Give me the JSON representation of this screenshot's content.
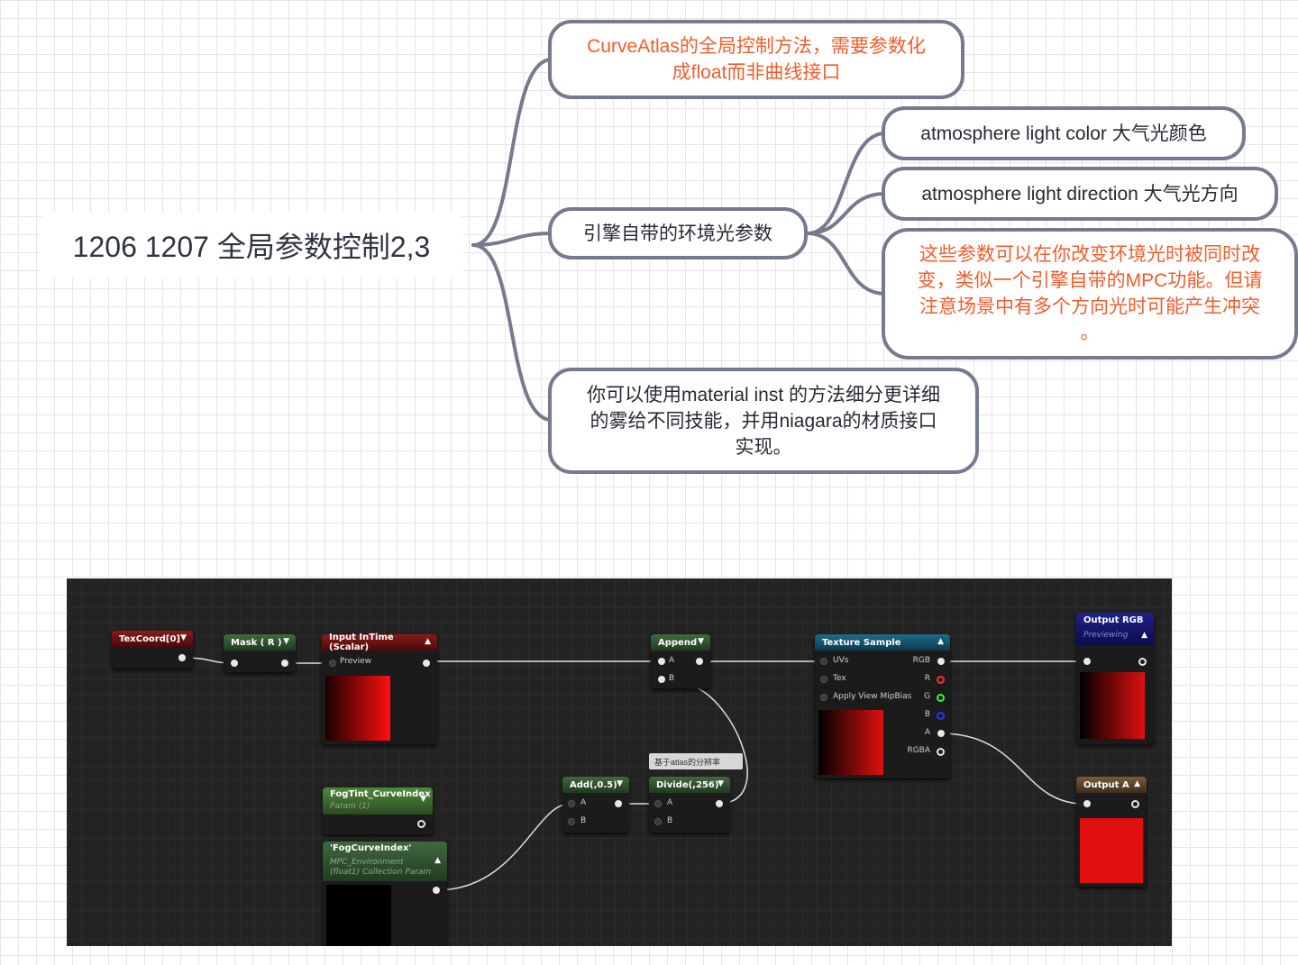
{
  "mindmap": {
    "root": "1206 1207 全局参数控制2,3",
    "branch_curveatlas": "CurveAtlas的全局控制方法，需要参数化\n成float而非曲线接口",
    "branch_engine": "引擎自带的环境光参数",
    "child_color": "atmosphere light color 大气光颜色",
    "child_direction": "atmosphere light direction 大气光方向",
    "child_note": "这些参数可以在你改变环境光时被同时改\n变，类似一个引擎自带的MPC功能。但请\n注意场景中有多个方向光时可能产生冲突\n。",
    "branch_material": "你可以使用material inst 的方法细分更详细\n的雾给不同技能，并用niagara的材质接口\n实现。",
    "colors": {
      "line": "#747b8f",
      "note_text": "#f25c2c",
      "text": "#262a33"
    }
  },
  "graph": {
    "texcoord": "TexCoord[0]",
    "mask": "Mask ( R )",
    "input_intime": "Input InTime (Scalar)",
    "preview": "Preview",
    "append": "Append",
    "pin_a": "A",
    "pin_b": "B",
    "texture_sample": "Texture Sample",
    "uvs": "UVs",
    "tex": "Tex",
    "apply_mip": "Apply View MipBias",
    "out_rgb": "RGB",
    "out_r": "R",
    "out_g": "G",
    "out_b": "B",
    "out_a": "A",
    "out_rgba": "RGBA",
    "output_rgb": "Output RGB",
    "previewing": "Previewing",
    "output_a": "Output A",
    "fogtint": "FogTint_CurveIndex",
    "fogtint_sub": "Param (1)",
    "fogcurve": "'FogCurveIndex'",
    "fogcurve_sub1": "MPC_Environment",
    "fogcurve_sub2": "(float1) Collection Param",
    "add": "Add(,0.5)",
    "divide": "Divide(,256)",
    "comment": "基于atlas的分辨率"
  }
}
